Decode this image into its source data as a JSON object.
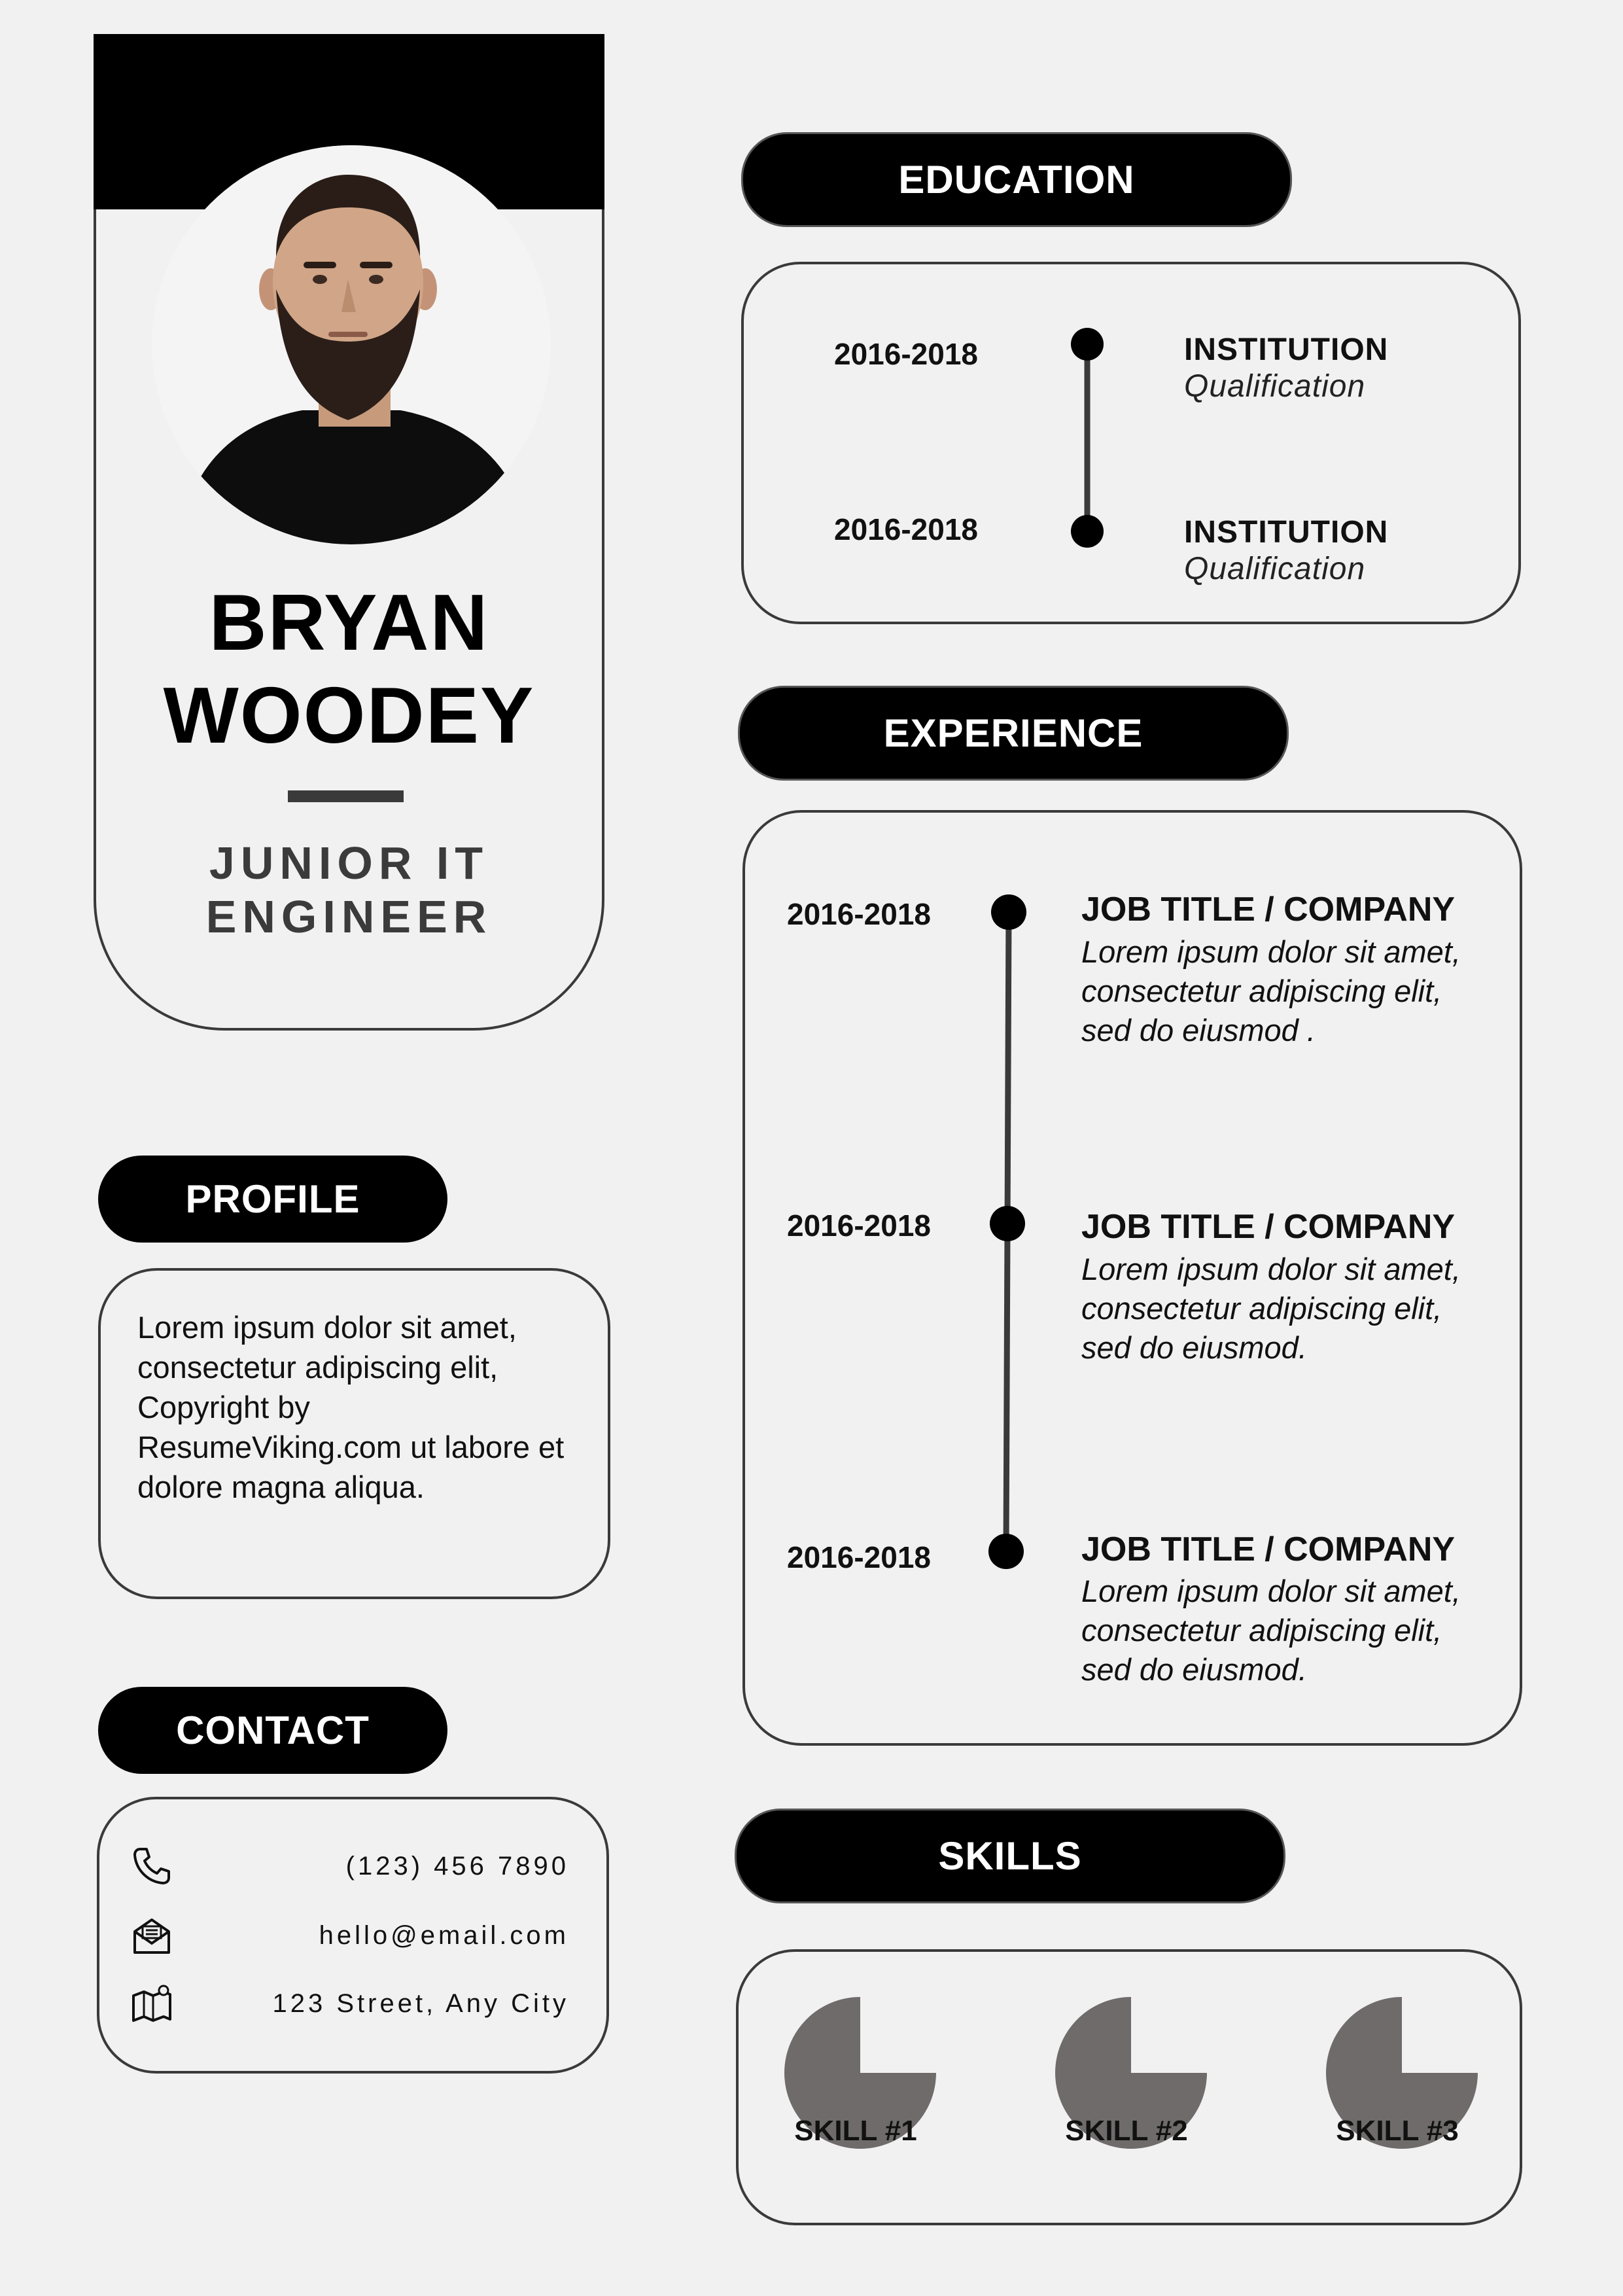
{
  "person": {
    "first_name": "BRYAN",
    "last_name": "WOODEY",
    "role_line1": "JUNIOR IT",
    "role_line2": "ENGINEER"
  },
  "profile": {
    "heading": "PROFILE",
    "text": "Lorem ipsum dolor sit amet, consectetur adipiscing elit, Copyright by ResumeViking.com ut labore et dolore magna aliqua."
  },
  "contact": {
    "heading": "CONTACT",
    "items": [
      {
        "icon": "phone-icon",
        "value": "(123) 456 7890"
      },
      {
        "icon": "envelope-icon",
        "value": "hello@email.com"
      },
      {
        "icon": "map-icon",
        "value": "123 Street, Any City"
      }
    ]
  },
  "education": {
    "heading": "EDUCATION",
    "items": [
      {
        "date": "2016-2018",
        "institution": "INSTITUTION",
        "qualification": "Qualification"
      },
      {
        "date": "2016-2018",
        "institution": "INSTITUTION",
        "qualification": "Qualification"
      }
    ]
  },
  "experience": {
    "heading": "EXPERIENCE",
    "items": [
      {
        "date": "2016-2018",
        "title": "JOB TITLE / COMPANY",
        "description": "Lorem ipsum dolor sit amet, consectetur adipiscing elit, sed do eiusmod ."
      },
      {
        "date": "2016-2018",
        "title": "JOB TITLE / COMPANY",
        "description": "Lorem ipsum dolor sit amet, consectetur adipiscing elit, sed do eiusmod."
      },
      {
        "date": "2016-2018",
        "title": "JOB TITLE / COMPANY",
        "description": "Lorem ipsum dolor sit amet, consectetur adipiscing elit, sed do eiusmod."
      }
    ]
  },
  "skills": {
    "heading": "SKILLS",
    "items": [
      {
        "label": "SKILL #1",
        "level": 0.75
      },
      {
        "label": "SKILL #2",
        "level": 0.75
      },
      {
        "label": "SKILL #3",
        "level": 0.75
      }
    ],
    "fill_color": "#6f6b6b"
  }
}
